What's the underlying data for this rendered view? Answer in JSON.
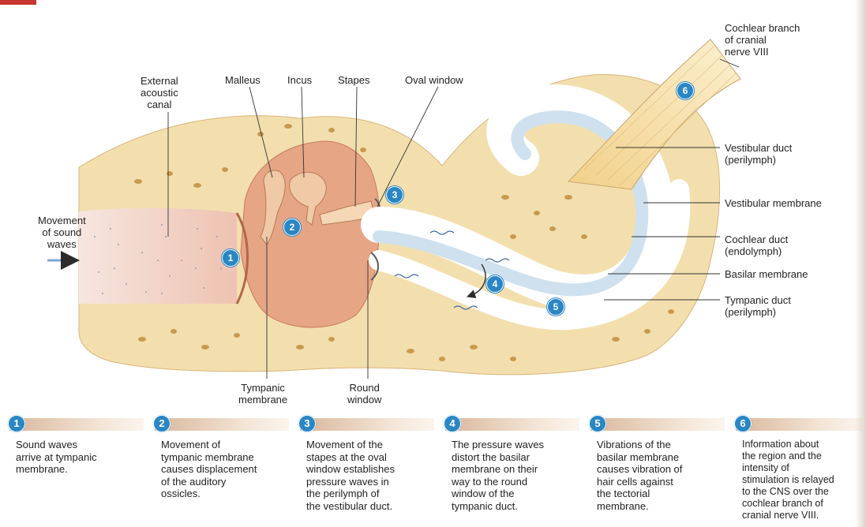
{
  "colors": {
    "bone": "#f3dfae",
    "bone_dark": "#c89a4f",
    "middle_ear": "#e6a584",
    "canal": "#f1d6cb",
    "duct_blue": "#cfe0ee",
    "marker_blue": "#2a86c5",
    "nerve": "#f4dba0"
  },
  "labels": {
    "external_canal": [
      "External",
      "acoustic",
      "canal"
    ],
    "malleus": "Malleus",
    "incus": "Incus",
    "stapes": "Stapes",
    "oval_window": "Oval window",
    "cochlear_branch": [
      "Cochlear branch",
      "of cranial",
      "nerve VIII"
    ],
    "movement_sound": [
      "Movement",
      "of sound",
      "waves"
    ],
    "vestibular_duct": [
      "Vestibular duct",
      "(perilymph)"
    ],
    "vestibular_membrane": "Vestibular membrane",
    "cochlear_duct": [
      "Cochlear duct",
      "(endolymph)"
    ],
    "basilar_membrane": "Basilar membrane",
    "tympanic_duct": [
      "Tympanic duct",
      "(perilymph)"
    ],
    "tympanic_membrane": [
      "Tympanic",
      "membrane"
    ],
    "round_window": [
      "Round",
      "window"
    ]
  },
  "markers": [
    "1",
    "2",
    "3",
    "4",
    "5",
    "6"
  ],
  "steps": [
    {
      "num": "1",
      "lines": [
        "Sound waves",
        "arrive at tympanic",
        "membrane."
      ]
    },
    {
      "num": "2",
      "lines": [
        "Movement of",
        "tympanic membrane",
        "causes displacement",
        "of the auditory",
        "ossicles."
      ]
    },
    {
      "num": "3",
      "lines": [
        "Movement of the",
        "stapes at the oval",
        "window establishes",
        "pressure waves in",
        "the perilymph of",
        "the vestibular duct."
      ]
    },
    {
      "num": "4",
      "lines": [
        "The pressure waves",
        "distort the basilar",
        "membrane on their",
        "way to the round",
        "window of the",
        "tympanic duct."
      ]
    },
    {
      "num": "5",
      "lines": [
        "Vibrations of the",
        "basilar membrane",
        "causes vibration of",
        "hair cells against",
        "the tectorial",
        "membrane."
      ]
    },
    {
      "num": "6",
      "lines": [
        "Information about",
        "the region and the",
        "intensity of",
        "stimulation is relayed",
        "to the CNS over the",
        "cochlear branch of",
        "cranial nerve VIII."
      ]
    }
  ]
}
